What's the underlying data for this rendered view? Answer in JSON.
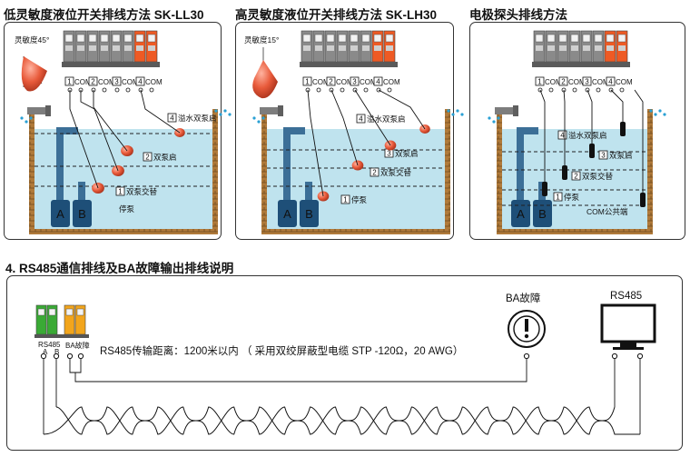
{
  "sections": {
    "low_title": "低灵敏度液位开关排线方法 SK-LL30",
    "high_title": "高灵敏度液位开关排线方法 SK-LH30",
    "probe_title": "电极探头排线方法",
    "rs485_title": "4. RS485通信排线及BA故障输出排线说明"
  },
  "low": {
    "angle_label": "灵敏度45°",
    "terminal_labels": [
      "1",
      "COM",
      "2",
      "COM",
      "3",
      "COM",
      "4",
      "COM"
    ],
    "levels": [
      {
        "num": "4",
        "text": "溢水双泵启"
      },
      {
        "num": "2",
        "text": "双泵启"
      },
      {
        "num": "1",
        "text": "双泵交替"
      },
      {
        "num": "",
        "text": "停泵"
      }
    ],
    "pumps": [
      "A",
      "B"
    ]
  },
  "high": {
    "angle_label": "灵敏度15°",
    "terminal_labels": [
      "1",
      "COM",
      "2",
      "COM",
      "3",
      "COM",
      "4",
      "COM"
    ],
    "levels": [
      {
        "num": "4",
        "text": "溢水双泵启"
      },
      {
        "num": "3",
        "text": "双泵启"
      },
      {
        "num": "2",
        "text": "双泵交替"
      },
      {
        "num": "1",
        "text": "停泵"
      }
    ],
    "pumps": [
      "A",
      "B"
    ]
  },
  "probe": {
    "terminal_labels": [
      "1",
      "COM",
      "2",
      "COM",
      "3",
      "COM",
      "4",
      "COM"
    ],
    "levels": [
      {
        "num": "4",
        "text": "溢水双泵启"
      },
      {
        "num": "3",
        "text": "双泵启"
      },
      {
        "num": "2",
        "text": "双泵交替"
      },
      {
        "num": "1",
        "text": "停泵"
      },
      {
        "num": "",
        "text": "COM公共端"
      }
    ],
    "pumps": [
      "A",
      "B"
    ]
  },
  "rs485": {
    "terminal_caption_1": "RS485",
    "terminal_caption_2": "BA故障",
    "terminal_pins": [
      "A",
      "B"
    ],
    "distance_note": "RS485传输距离：1200米以内 （ 采用双绞屏蔽型电缆 STP -120Ω，20 AWG）",
    "alarm_label": "BA故障",
    "monitor_label": "RS485"
  },
  "colors": {
    "water": "#bfe3ee",
    "pump": "#1e4f78",
    "float": "#e85a3a",
    "terminal_gray": "#8a8a8a",
    "terminal_orange": "#ee5a24",
    "terminal_green": "#3aaa35",
    "terminal_yellow": "#f2a51c"
  }
}
